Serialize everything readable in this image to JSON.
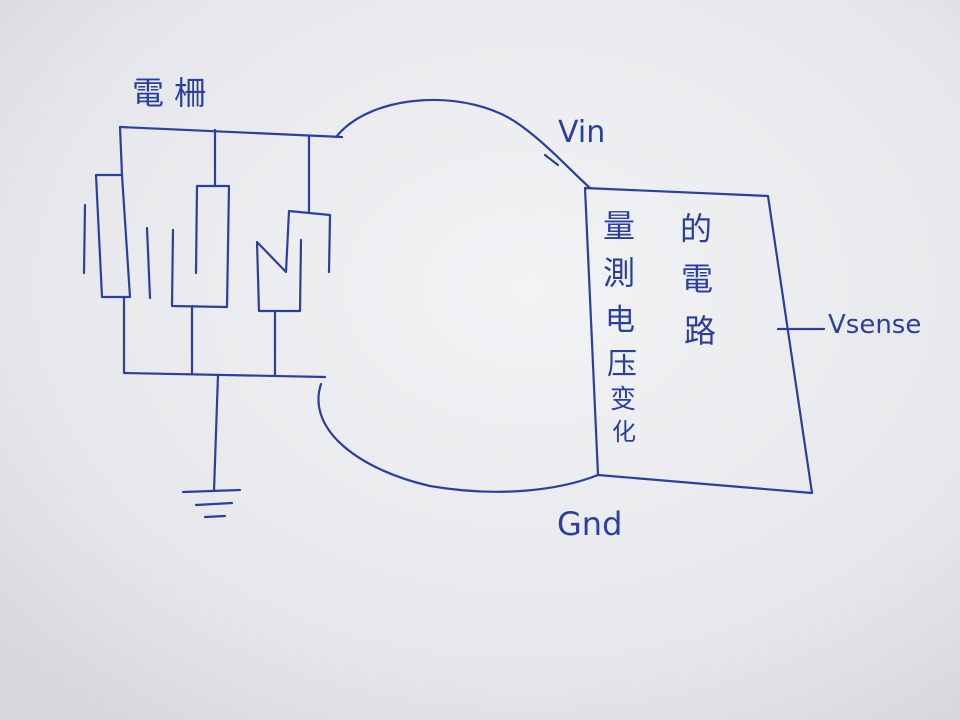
{
  "labels": {
    "grid": "電柵",
    "vin": "Vin",
    "vsense": "Vsense",
    "gnd": "Gnd",
    "box_col1": [
      "量",
      "測",
      "电",
      "压",
      "变",
      "化"
    ],
    "box_col2": [
      "的",
      "電",
      "路"
    ]
  },
  "colors": {
    "ink": "#2a3fa0",
    "paper": "#e9eaec"
  }
}
